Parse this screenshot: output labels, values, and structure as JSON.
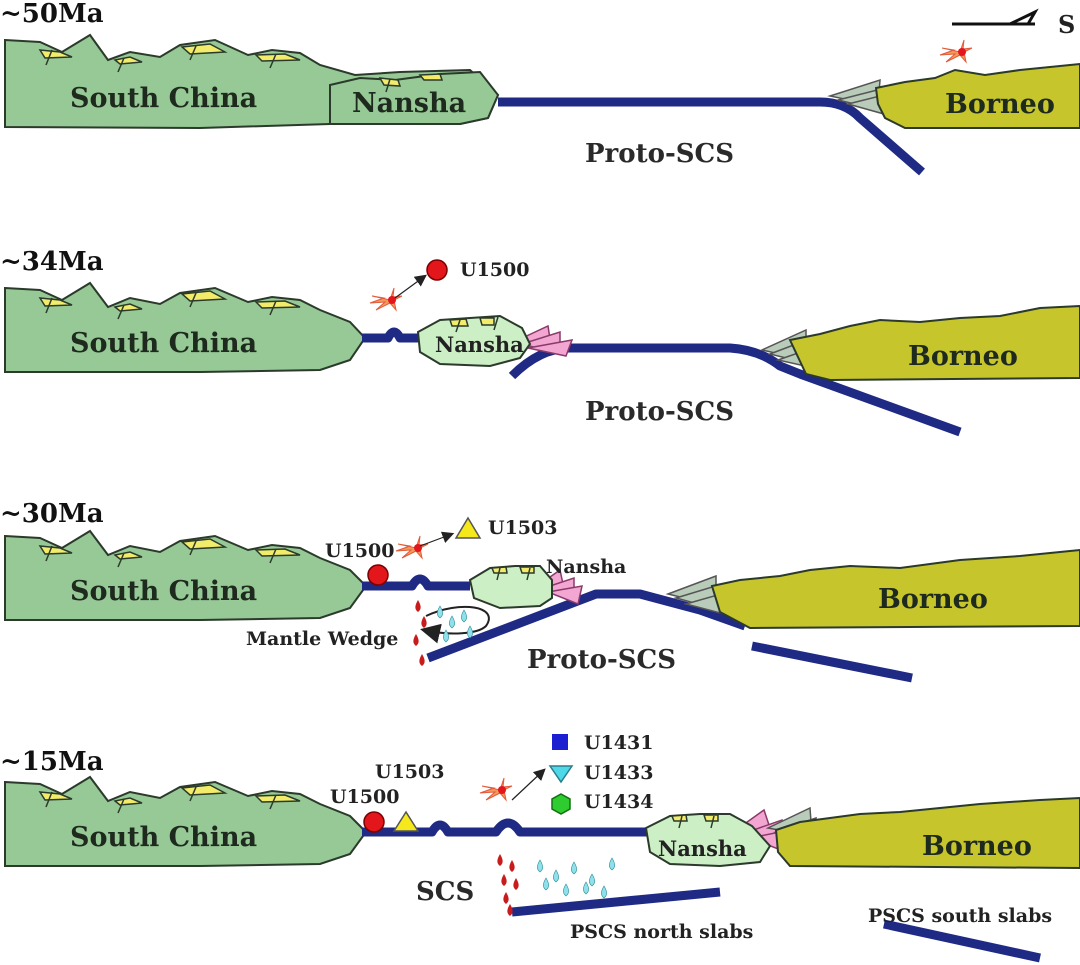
{
  "orientation": {
    "label": "S"
  },
  "panels": [
    {
      "age": "~50Ma",
      "labels": {
        "south_china": "South China",
        "nansha": "Nansha",
        "borneo": "Borneo",
        "ocean": "Proto-SCS"
      }
    },
    {
      "age": "~34Ma",
      "labels": {
        "south_china": "South China",
        "nansha": "Nansha",
        "borneo": "Borneo",
        "ocean": "Proto-SCS"
      },
      "sites": [
        "U1500"
      ]
    },
    {
      "age": "~30Ma",
      "labels": {
        "south_china": "South China",
        "nansha": "Nansha",
        "borneo": "Borneo",
        "ocean": "Proto-SCS",
        "mantle": "Mantle Wedge"
      },
      "sites": [
        "U1500",
        "U1503"
      ]
    },
    {
      "age": "~15Ma",
      "labels": {
        "south_china": "South China",
        "nansha": "Nansha",
        "borneo": "Borneo",
        "ocean": "SCS",
        "north_slabs": "PSCS north slabs",
        "south_slabs": "PSCS south slabs"
      },
      "sites": [
        "U1500",
        "U1503",
        "U1431",
        "U1433",
        "U1434"
      ]
    }
  ],
  "colors": {
    "continent": "#96c995",
    "nansha_light": "#ccefc6",
    "borneo": "#c6c52c",
    "slab": "#1f2a85",
    "sediment": "#f2ec6a",
    "accretion_pink": "#f3a6d1",
    "accretion_gray": "#b9cbb9",
    "site_red": "#e3161c",
    "site_yellow": "#f5e81c",
    "site_blue": "#1b1fcf",
    "site_cyan": "#4fd8e8",
    "site_green": "#2ecc2e"
  },
  "icons": [
    "north-arrow-icon",
    "volcano-burst-icon",
    "melt-drop-icon"
  ]
}
